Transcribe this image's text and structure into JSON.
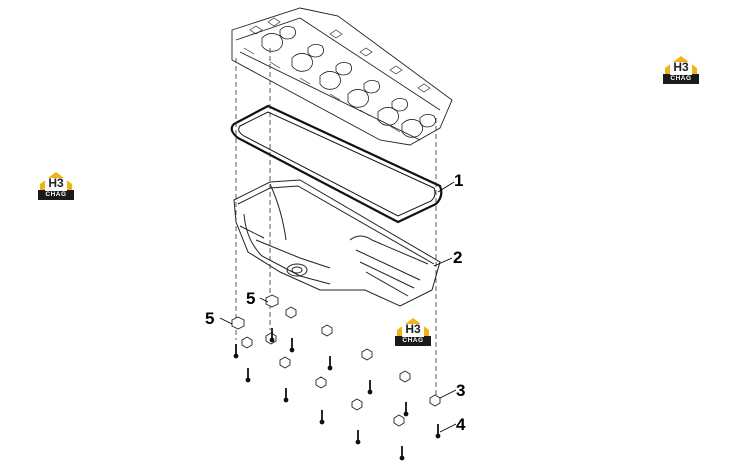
{
  "watermark": {
    "mark": "H3",
    "text": "CHAG",
    "color": "#f2b21b"
  },
  "callouts": [
    {
      "id": "1",
      "label": "1"
    },
    {
      "id": "2",
      "label": "2"
    },
    {
      "id": "3",
      "label": "3"
    },
    {
      "id": "4",
      "label": "4"
    },
    {
      "id": "5a",
      "label": "5"
    },
    {
      "id": "5b",
      "label": "5"
    }
  ]
}
